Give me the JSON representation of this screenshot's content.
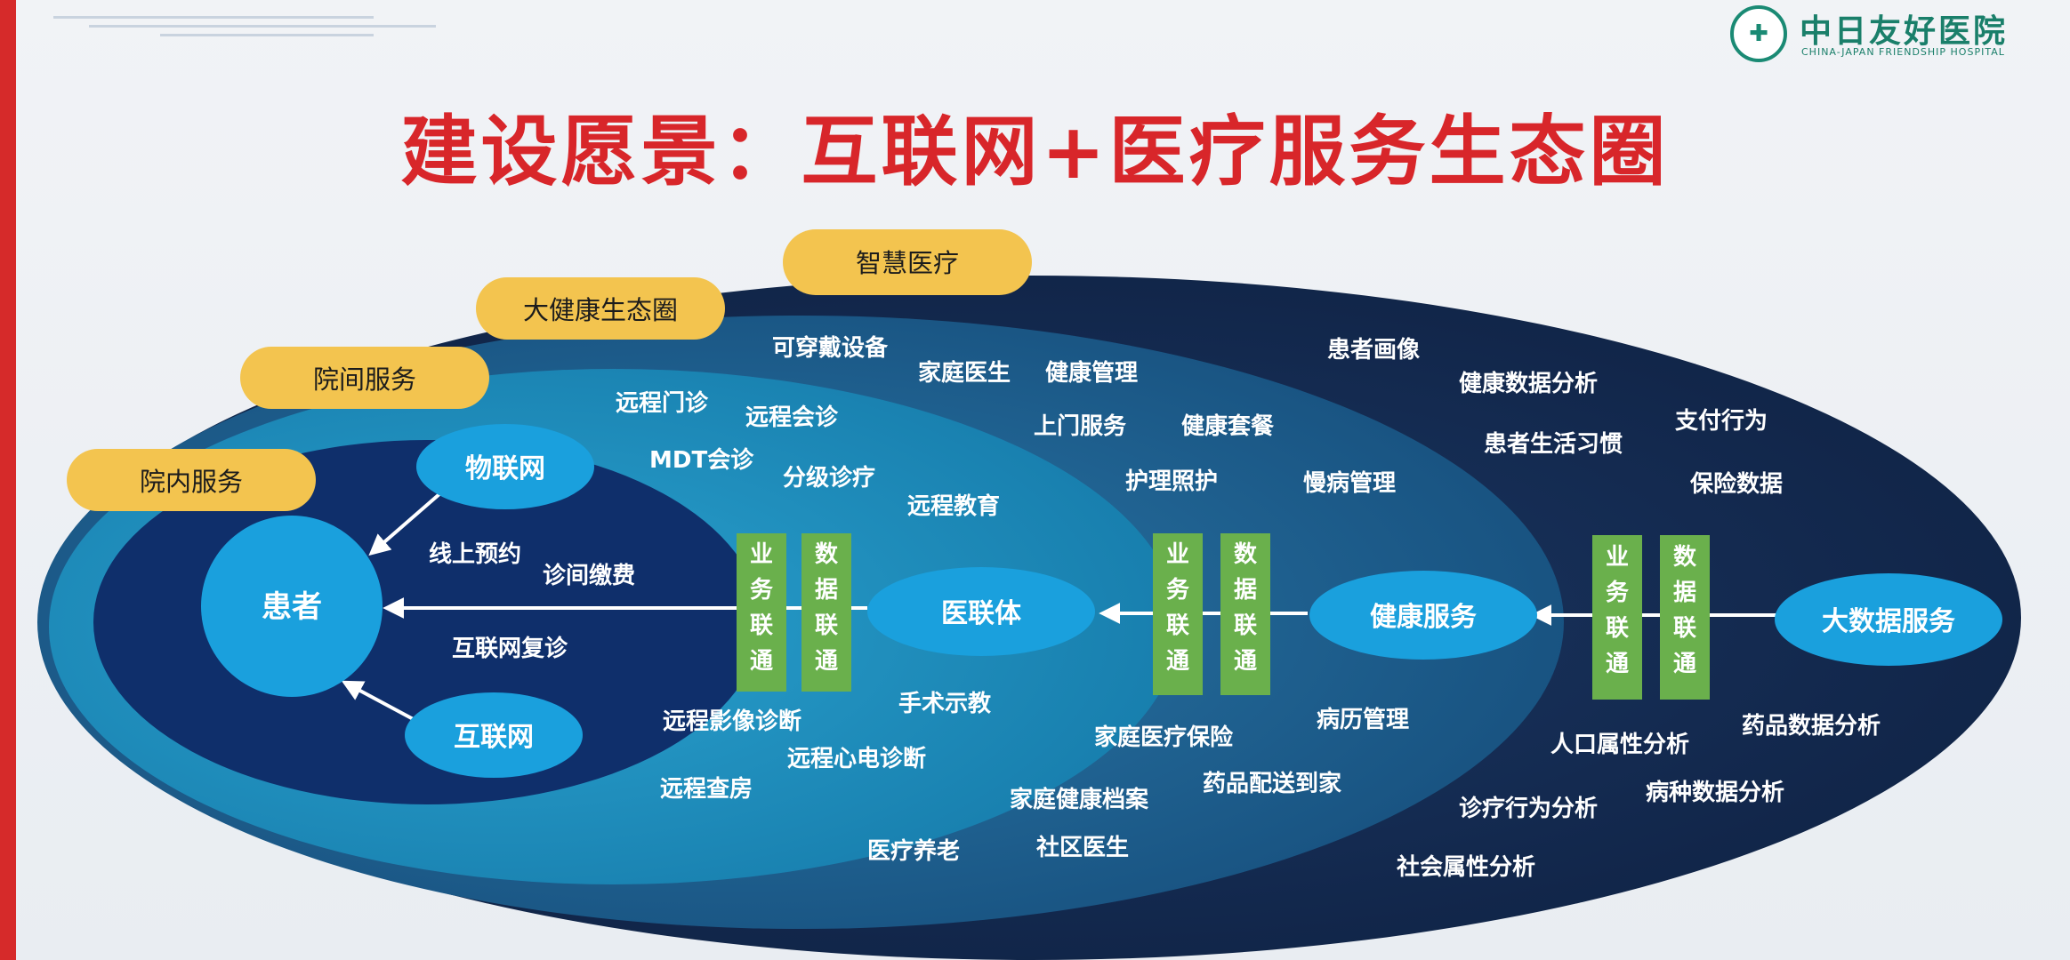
{
  "title": "建设愿景：互联网+医疗服务生态圈",
  "logo": {
    "name_cn": "中日友好医院",
    "name_en": "CHINA-JAPAN FRIENDSHIP HOSPITAL"
  },
  "layers": {
    "tags": [
      "院内服务",
      "院间服务",
      "大健康生态圈",
      "智慧医疗"
    ]
  },
  "nodes": {
    "patient": "患者",
    "iot": "物联网",
    "internet": "互联网",
    "medical_union": "医联体",
    "health_service": "健康服务",
    "big_data": "大数据服务"
  },
  "inner_items": [
    "线上预约",
    "诊间缴费",
    "互联网复诊"
  ],
  "hospital_items": [
    "远程门诊",
    "远程会诊",
    "MDT会诊",
    "分级诊疗",
    "远程教育",
    "手术示教",
    "远程影像诊断",
    "远程心电诊断",
    "远程查房"
  ],
  "health_items": [
    "可穿戴设备",
    "家庭医生",
    "健康管理",
    "上门服务",
    "健康套餐",
    "护理照护",
    "慢病管理",
    "家庭医疗保险",
    "病历管理",
    "家庭健康档案",
    "药品配送到家",
    "医疗养老",
    "社区医生"
  ],
  "data_items": [
    "患者画像",
    "健康数据分析",
    "患者生活习惯",
    "支付行为",
    "保险数据",
    "人口属性分析",
    "药品数据分析",
    "诊疗行为分析",
    "病种数据分析",
    "社会属性分析"
  ],
  "links": {
    "business": [
      "业",
      "务",
      "联",
      "通"
    ],
    "data": [
      "数",
      "据",
      "联",
      "通"
    ]
  },
  "colors": {
    "title": "#d8262a",
    "outer_ellipse": "#142a4f",
    "mid_ellipse": "#1d5f8e",
    "inner_ellipse": "#1d87b6",
    "core_ellipse": "#0f2f6b",
    "node": "#1aa0dd",
    "link_box": "#6ab04c",
    "tag": "#f3c44f"
  }
}
